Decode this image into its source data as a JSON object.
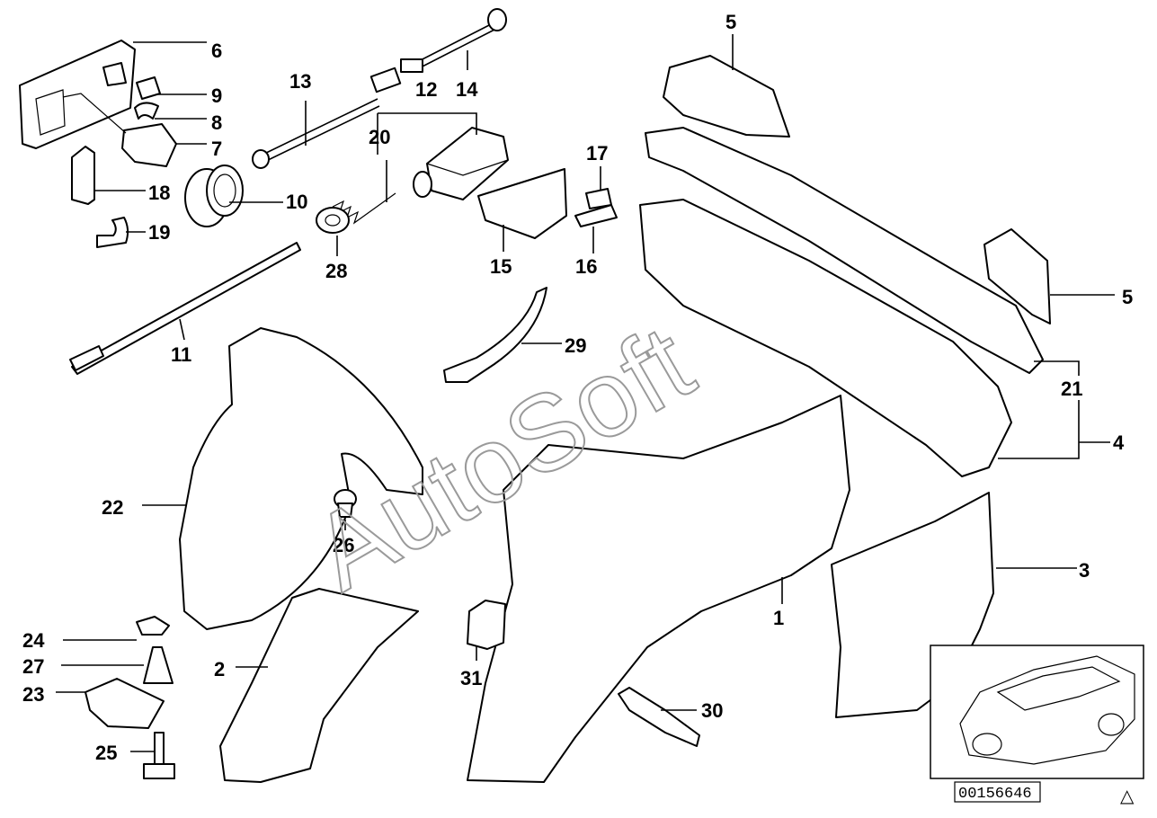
{
  "watermark": "AutoSoft",
  "diagram_code": "00156646",
  "callouts": [
    "1",
    "2",
    "3",
    "4",
    "5",
    "5",
    "6",
    "7",
    "8",
    "9",
    "10",
    "11",
    "12",
    "13",
    "14",
    "15",
    "16",
    "17",
    "18",
    "19",
    "20",
    "21",
    "22",
    "23",
    "24",
    "25",
    "26",
    "27",
    "28",
    "29",
    "30",
    "31"
  ],
  "warning_symbol": "△"
}
